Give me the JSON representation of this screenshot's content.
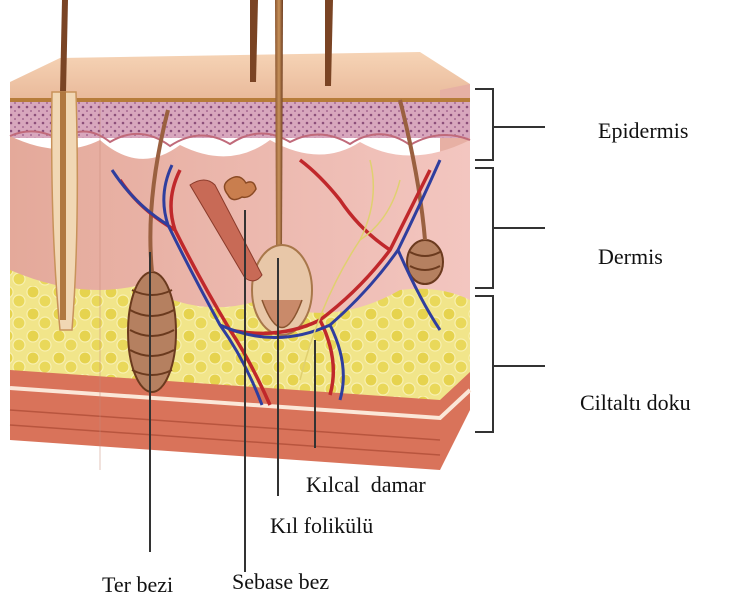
{
  "layers": {
    "epidermis": "Epidermis",
    "dermis": "Dermis",
    "hypodermis": "Ciltaltı doku"
  },
  "structures": {
    "capillary": "Kılcal  damar",
    "hair_follicle": "Kıl folikülü",
    "sweat_gland": "Ter bezi",
    "sebaceous_gland": "Sebase bez"
  },
  "colors": {
    "skin_surface": "#f2c9a8",
    "epidermis_band": "#d9a5b8",
    "dermis": "#f3c6c0",
    "fat": "#efe27a",
    "muscle": "#d9735a",
    "artery": "#c0282b",
    "vein": "#2f3e9e",
    "hair": "#6b3a1e"
  }
}
